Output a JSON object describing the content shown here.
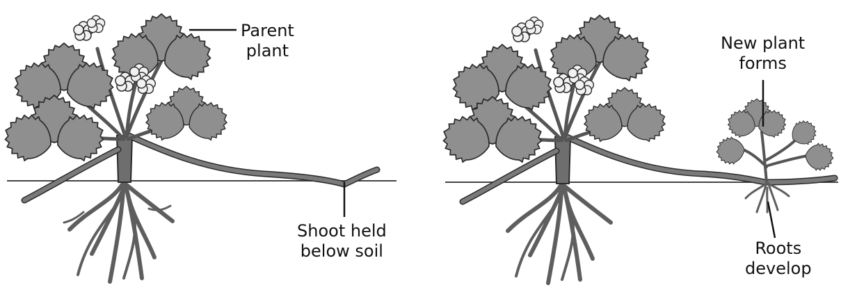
{
  "panels": [
    {
      "id": "left",
      "labels": {
        "parent": [
          "Parent",
          "plant"
        ],
        "shoot": [
          "Shoot held",
          "below soil"
        ]
      }
    },
    {
      "id": "right",
      "labels": {
        "new_plant": [
          "New plant",
          "forms"
        ],
        "roots": [
          "Roots",
          "develop"
        ]
      }
    }
  ],
  "colors": {
    "leaf_fill": "#8f8f8f",
    "leaf_dark": "#767676",
    "outline": "#2a2a2a",
    "stem": "#6e6e6e",
    "flower": "#f2f2f2",
    "soil_line": "#444444"
  }
}
